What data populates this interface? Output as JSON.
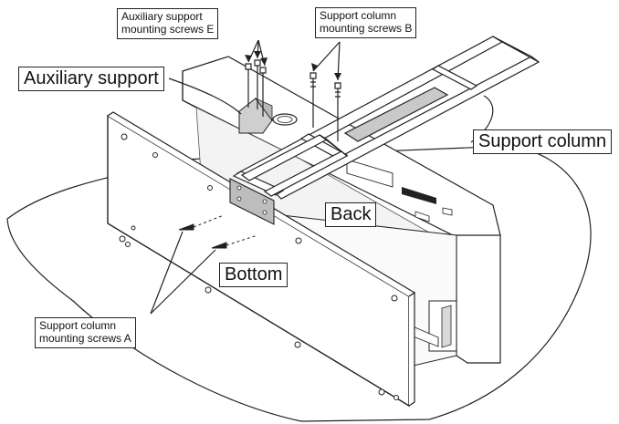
{
  "callouts": {
    "auxiliary_support_screws": {
      "line1": "Auxiliary support",
      "line2": "mounting screws E"
    },
    "support_column_screws_b": {
      "line1": "Support column",
      "line2": "mounting screws B"
    },
    "auxiliary_support": "Auxiliary support",
    "support_column": "Support column",
    "back": "Back",
    "bottom": "Bottom",
    "support_column_screws_a": {
      "line1": "Support column",
      "line2": "mounting screws A"
    }
  }
}
